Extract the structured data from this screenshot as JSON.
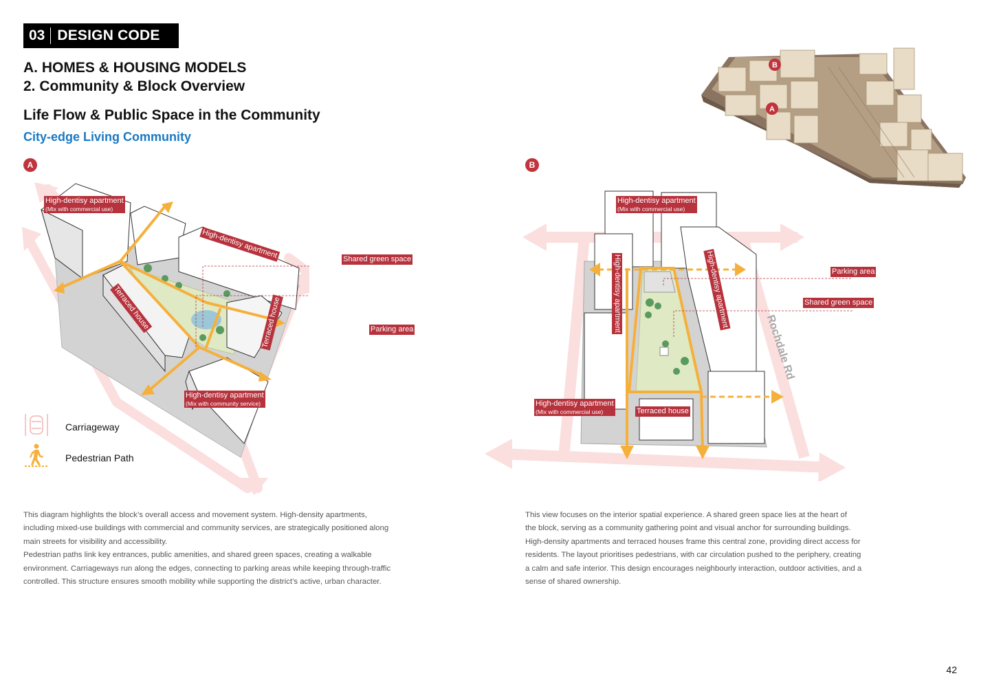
{
  "header": {
    "section_num": "03",
    "section_title": "DESIGN CODE",
    "title_line1": "A. HOMES & HOUSING MODELS",
    "title_line2": "2. Community & Block Overview",
    "subtitle": "Life Flow & Public Space in the Community",
    "community_name": "City-edge Living Community"
  },
  "badges": {
    "a": "A",
    "b": "B"
  },
  "diagram_a": {
    "labels": {
      "high_density_1": "High-dentisy apartment",
      "high_density_1_note": "(Mix with commercial use)",
      "high_density_2": "High-dentisy apartment",
      "terraced_1": "Terraced house",
      "terraced_2": "Terraced house",
      "shared_green": "Shared green space",
      "parking": "Parking area",
      "high_density_3": "High-dentisy apartment",
      "high_density_3_note": "(Mix with community service)"
    }
  },
  "diagram_b": {
    "labels": {
      "high_density_top": "High-dentisy apartment",
      "high_density_top_note": "(Mix with commercial use)",
      "high_density_left": "High-dentisy apartment",
      "high_density_right": "High-dentisy apartment",
      "parking": "Parking area",
      "shared_green": "Shared green space",
      "high_density_bottom": "High-dentisy apartment",
      "high_density_bottom_note": "(Mix with commercial use)",
      "terraced": "Terraced house",
      "road": "Rochdale Rd"
    }
  },
  "legend": {
    "carriageway": "Carriageway",
    "pedestrian": "Pedestrian Path"
  },
  "text_a": [
    "This diagram highlights the block’s overall access and movement system. High-density apartments,",
    "including mixed-use buildings with commercial and community services, are strategically positioned along",
    "main streets for visibility and accessibility.",
    "Pedestrian paths link key entrances, public amenities, and shared green spaces, creating a walkable",
    "environment. Carriageways run along the edges, connecting to parking areas while keeping through-traffic",
    "controlled. This structure ensures smooth mobility while supporting the district’s active, urban character."
  ],
  "text_b": [
    "This view focuses on the interior spatial experience. A shared green space lies at the heart of",
    "the block, serving as a community gathering point and visual anchor for surrounding buildings.",
    "High-density apartments and terraced houses frame this central zone, providing direct access for",
    "residents. The layout prioritises pedestrians, with car circulation pushed to the periphery, creating",
    "a calm and safe interior. This design encourages neighbourly interaction, outdoor activities, and a",
    "sense of shared ownership."
  ],
  "page_number": "42",
  "colors": {
    "label_red": "#b6323c",
    "pedestrian_orange": "#f5b03c",
    "carriageway_pink": "#fbdcdc",
    "green_space": "#dfe9c4",
    "accent_blue": "#1a78c2"
  }
}
